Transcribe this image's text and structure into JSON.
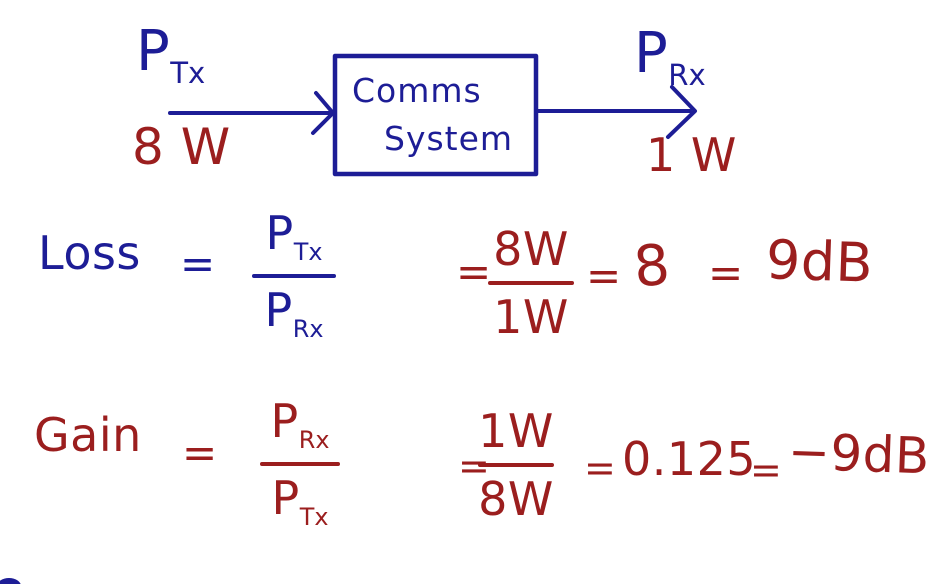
{
  "colors": {
    "ink_blue": "#1d1d96",
    "ink_red": "#9b1e1e",
    "background": "#ffffff"
  },
  "diagram": {
    "tx_label_main": "P",
    "tx_label_sub": "Tx",
    "tx_power": "8 W",
    "box_line1": "Comms",
    "box_line2": "System",
    "rx_label_main": "P",
    "rx_label_sub": "Rx",
    "rx_power": "1 W"
  },
  "loss": {
    "title": "Loss",
    "eq1": "=",
    "frac_sym": {
      "num_main": "P",
      "num_sub": "Tx",
      "den_main": "P",
      "den_sub": "Rx"
    },
    "eq2": "=",
    "frac_val": {
      "num": "8W",
      "den": "1W"
    },
    "eq3": "=",
    "ratio": "8",
    "eq4": "=",
    "result": "9dB"
  },
  "gain": {
    "title": "Gain",
    "eq1": "=",
    "frac_sym": {
      "num_main": "P",
      "num_sub": "Rx",
      "den_main": "P",
      "den_sub": "Tx"
    },
    "eq2": "=",
    "frac_val": {
      "num": "1W",
      "den": "8W"
    },
    "eq3": "=",
    "ratio": "0.125",
    "eq4": "=",
    "result": "−9dB"
  }
}
